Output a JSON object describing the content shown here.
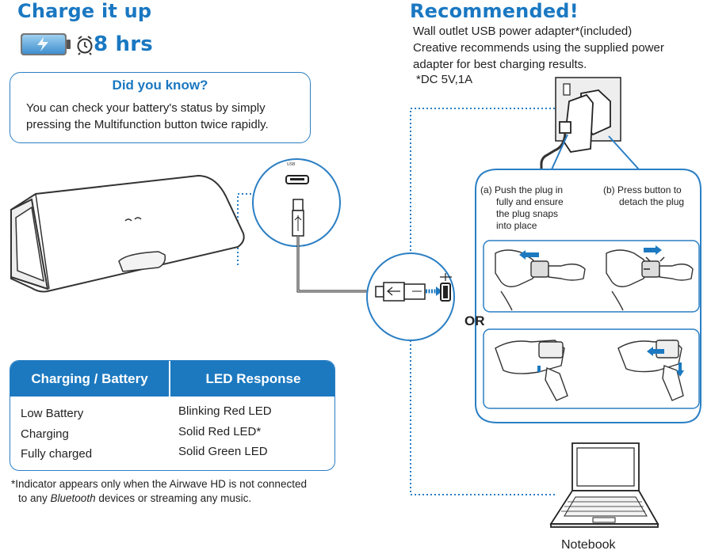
{
  "charge": {
    "heading": "Charge it up",
    "time": "8 hrs"
  },
  "recommended": {
    "heading": "Recommended!",
    "lines": [
      "Wall outlet USB power adapter*(included)",
      "Creative recommends using the supplied power",
      "adapter for best charging results."
    ],
    "footnote": "*DC 5V,1A"
  },
  "did_you_know": {
    "title": "Did you know?",
    "lines": [
      "You can check your battery's status by simply",
      "pressing the Multifunction button twice rapidly."
    ]
  },
  "table": {
    "col1_header": "Charging / Battery",
    "col2_header": "LED Response",
    "rows": [
      {
        "state": "Low Battery",
        "led": "Blinking Red LED"
      },
      {
        "state": "Charging",
        "led": "Solid Red LED*"
      },
      {
        "state": "Fully charged",
        "led": "Solid Green LED"
      }
    ]
  },
  "indicator_note": {
    "line1": "*Indicator appears only when the Airwave HD is not connected",
    "line2_prefix": "to any ",
    "line2_italic": "Bluetooth",
    "line2_suffix": " devices or streaming any music."
  },
  "steps": {
    "a_label": "(a)",
    "a_lines": [
      "Push the plug in",
      "fully and ensure",
      "the plug snaps",
      "into place"
    ],
    "b_label": "(b)",
    "b_lines": [
      "Press button to",
      "detach the plug"
    ]
  },
  "or_label": "OR",
  "notebook_label": "Notebook",
  "usb_port_label": "USB",
  "colors": {
    "accent": "#1a78c2",
    "dotted": "#2b7fc4",
    "arrow": "#1c79c0"
  }
}
